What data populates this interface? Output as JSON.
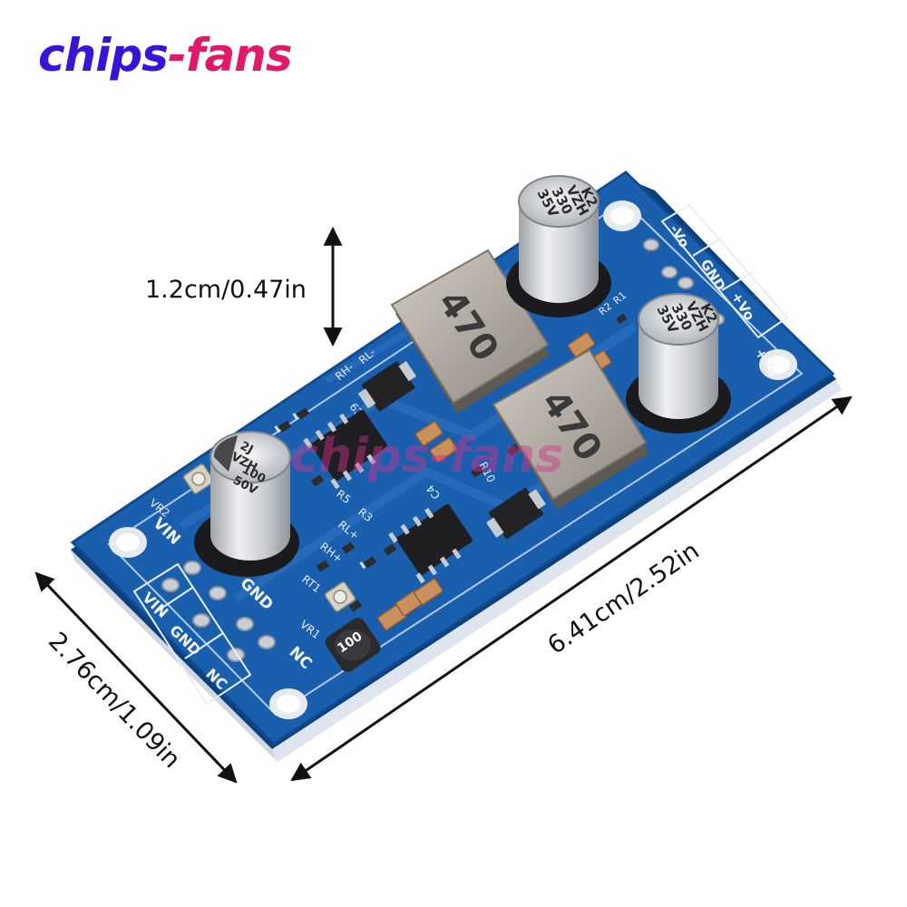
{
  "brand": {
    "logo_part1": "chips",
    "logo_part2": "-fans",
    "watermark": "chips-fans"
  },
  "dimensions": {
    "height": "1.2cm/0.47in",
    "length": "6.41cm/2.52in",
    "width": "2.76cm/1.09in"
  },
  "board": {
    "input_terminals": {
      "header_labels": [
        "VIN",
        "GND",
        "NC"
      ],
      "table_labels": [
        "VIN",
        "GND",
        "NC"
      ]
    },
    "output_terminals": [
      "-Vo",
      "GND",
      "+Vo"
    ],
    "output_side_label": "+Vo",
    "designators": [
      "VR2",
      "VR1",
      "RT1",
      "R5",
      "R3",
      "RL+",
      "RH+",
      "IC9",
      "R10",
      "C4",
      "RH-",
      "RL-",
      "R2",
      "R1"
    ],
    "components": {
      "inductor_large_1": "470",
      "inductor_large_2": "470",
      "inductor_small": "100",
      "cap_input": [
        "2J",
        "VZH",
        "100",
        "50V"
      ],
      "cap_output_1": [
        "K2",
        "VZH",
        "330",
        "35V"
      ],
      "cap_output_2": [
        "K2",
        "VZH",
        "330",
        "35V"
      ]
    }
  },
  "colors": {
    "pcb": "#1a5fae",
    "pcb_dark": "#114488",
    "brand_blue": "#3b12d8",
    "brand_pink": "#e0196a"
  }
}
